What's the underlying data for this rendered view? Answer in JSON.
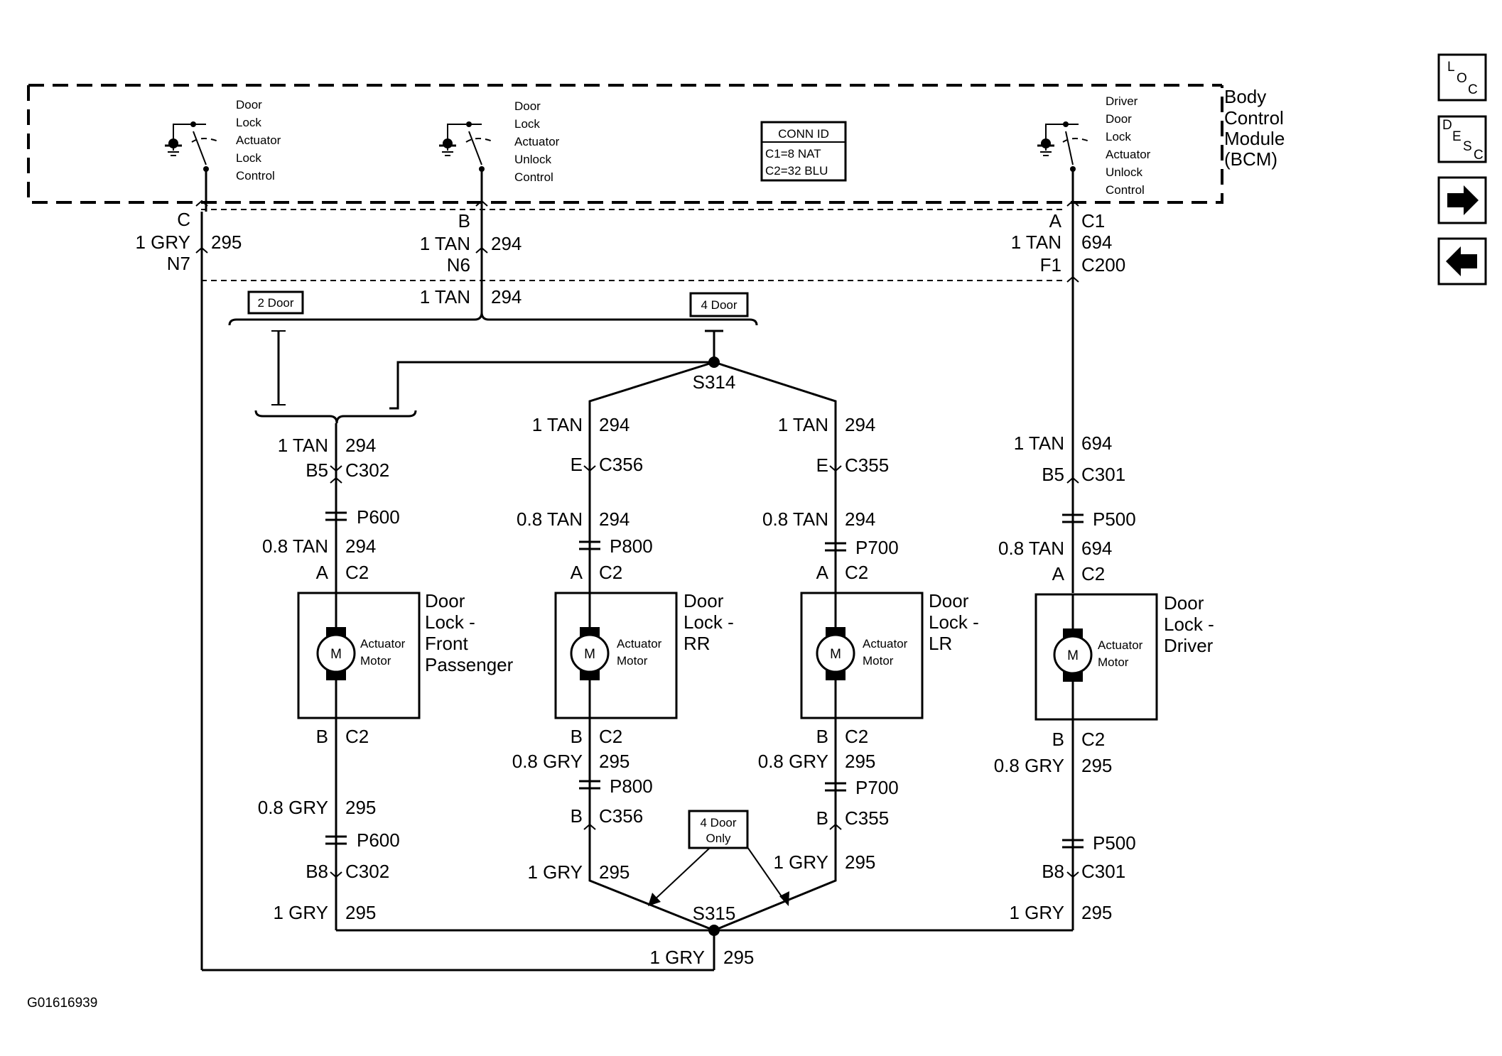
{
  "bcm": {
    "title_lines": [
      "Body",
      "Control",
      "Module",
      "(BCM)"
    ],
    "switches": [
      {
        "lines": [
          "Door",
          "Lock",
          "Actuator",
          "Lock",
          "Control"
        ]
      },
      {
        "lines": [
          "Door",
          "Lock",
          "Actuator",
          "Unlock",
          "Control"
        ]
      },
      {
        "lines": [
          "Driver",
          "Door",
          "Lock",
          "Actuator",
          "Unlock",
          "Control"
        ]
      }
    ],
    "conn_id": {
      "title": "CONN ID",
      "c1": "C1=8 NAT",
      "c2": "C2=32 BLU"
    }
  },
  "top_connectors": {
    "left": {
      "pin": "C",
      "wire": "1 GRY",
      "circuit": "295",
      "conn": "N7"
    },
    "mid": {
      "pin": "B",
      "wire": "1 TAN",
      "circuit": "294",
      "conn": "N6"
    },
    "right": {
      "pin": "A",
      "conn_id": "C1",
      "wire": "1 TAN",
      "circuit": "694",
      "conn_pin": "F1",
      "conn": "C200"
    }
  },
  "options": {
    "two_door": "2 Door",
    "four_door": "4 Door",
    "four_door_only_l1": "4 Door",
    "four_door_only_l2": "Only"
  },
  "mid_wire": {
    "wire": "1 TAN",
    "circuit": "294"
  },
  "splices": {
    "s314": "S314",
    "s315": "S315"
  },
  "s314_branches": {
    "left": {
      "wire": "1 TAN",
      "circuit": "294"
    },
    "right": {
      "wire": "1 TAN",
      "circuit": "294"
    }
  },
  "actuators": [
    {
      "name_lines": [
        "Door",
        "Lock -",
        "Front",
        "Passenger"
      ],
      "motor_label": "M",
      "motor_text": [
        "Actuator",
        "Motor"
      ],
      "in_wire": "1 TAN",
      "in_circuit": "294",
      "in_pin": "B5",
      "in_conn": "C302",
      "in_pass": "P600",
      "pre_wire": "0.8 TAN",
      "pre_circuit": "294",
      "top_pin": "A",
      "top_conn": "C2",
      "bot_pin": "B",
      "bot_conn": "C2",
      "post_wire": "0.8 GRY",
      "post_circuit": "295",
      "out_pass": "P600",
      "out_pin": "B8",
      "out_conn": "C302",
      "out_wire": "1 GRY",
      "out_circuit": "295"
    },
    {
      "name_lines": [
        "Door",
        "Lock -",
        "RR"
      ],
      "motor_label": "M",
      "motor_text": [
        "Actuator",
        "Motor"
      ],
      "in_wire": "",
      "in_circuit": "",
      "in_pin": "E",
      "in_conn": "C356",
      "in_pass": "P800",
      "pre_wire": "0.8 TAN",
      "pre_circuit": "294",
      "top_pin": "A",
      "top_conn": "C2",
      "bot_pin": "B",
      "bot_conn": "C2",
      "post_wire": "0.8 GRY",
      "post_circuit": "295",
      "out_pass": "P800",
      "out_pin": "B",
      "out_conn": "C356",
      "out_wire": "1 GRY",
      "out_circuit": "295"
    },
    {
      "name_lines": [
        "Door",
        "Lock -",
        "LR"
      ],
      "motor_label": "M",
      "motor_text": [
        "Actuator",
        "Motor"
      ],
      "in_wire": "",
      "in_circuit": "",
      "in_pin": "E",
      "in_conn": "C355",
      "in_pass": "P700",
      "pre_wire": "0.8 TAN",
      "pre_circuit": "294",
      "top_pin": "A",
      "top_conn": "C2",
      "bot_pin": "B",
      "bot_conn": "C2",
      "post_wire": "0.8 GRY",
      "post_circuit": "295",
      "out_pass": "P700",
      "out_pin": "B",
      "out_conn": "C355",
      "out_wire": "1 GRY",
      "out_circuit": "295"
    },
    {
      "name_lines": [
        "Door",
        "Lock -",
        "Driver"
      ],
      "motor_label": "M",
      "motor_text": [
        "Actuator",
        "Motor"
      ],
      "in_wire": "1 TAN",
      "in_circuit": "694",
      "in_pin": "B5",
      "in_conn": "C301",
      "in_pass": "P500",
      "pre_wire": "0.8 TAN",
      "pre_circuit": "694",
      "top_pin": "A",
      "top_conn": "C2",
      "bot_pin": "B",
      "bot_conn": "C2",
      "post_wire": "0.8 GRY",
      "post_circuit": "295",
      "out_pass": "P500",
      "out_pin": "B8",
      "out_conn": "C301",
      "out_wire": "1 GRY",
      "out_circuit": "295"
    }
  ],
  "bottom_wire": {
    "wire": "1 GRY",
    "circuit": "295"
  },
  "figure_id": "G01616939",
  "nav": {
    "loc": {
      "l": "L",
      "o": "O",
      "c": "C"
    },
    "desc": {
      "d": "D",
      "e": "E",
      "s": "S",
      "c": "C"
    }
  }
}
